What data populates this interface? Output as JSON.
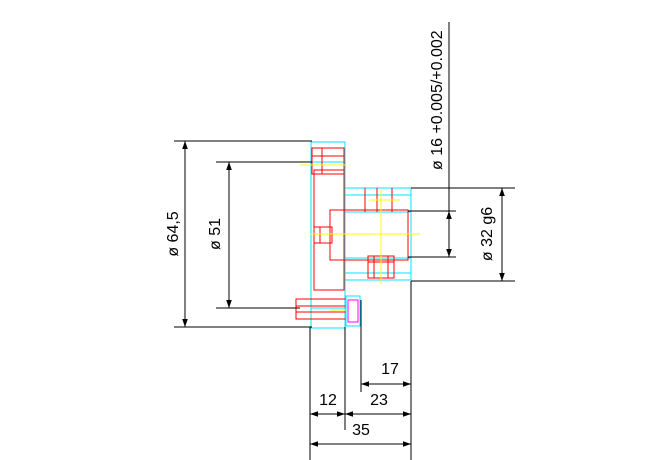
{
  "colors": {
    "background": "#ffffff",
    "dimension": "#000000",
    "outline": "#00e5ff",
    "hidden": "#ff0000",
    "center": "#ffff00",
    "detail": "#ff00ff"
  },
  "dimensions": {
    "dia_64_5": "ø 64,5",
    "dia_51": "ø 51",
    "dia_16_tol": "ø 16 +0.005/+0.002",
    "dia_32_g6": "ø 32 g6",
    "len_17": "17",
    "len_12": "12",
    "len_23": "23",
    "len_35": "35"
  }
}
